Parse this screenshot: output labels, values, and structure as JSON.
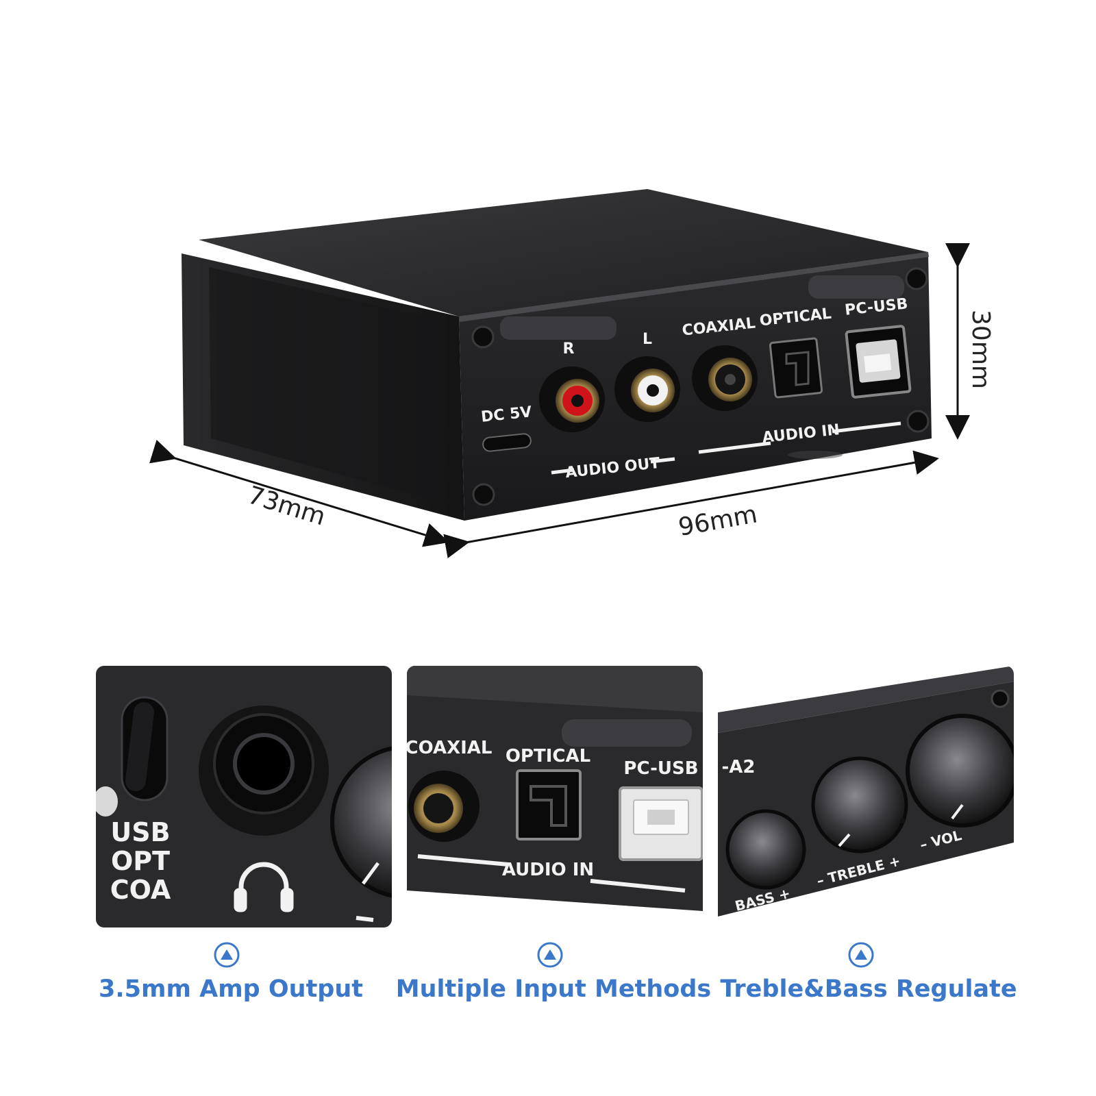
{
  "product": {
    "labels": {
      "r": "R",
      "l": "L",
      "dc": "DC 5V",
      "coaxial": "COAXIAL",
      "optical": "OPTICAL",
      "pcusb": "PC-USB",
      "audio_out": "AUDIO OUT",
      "audio_in": "AUDIO IN"
    },
    "dimensions": {
      "height": "30mm",
      "depth": "73mm",
      "width": "96mm"
    }
  },
  "panels": [
    {
      "labels": [
        "USB",
        "OPT",
        "COA"
      ],
      "caption": "3.5mm Amp Output"
    },
    {
      "labels": [
        "COAXIAL",
        "OPTICAL",
        "PC-USB",
        "AUDIO IN"
      ],
      "caption": "Multiple Input Methods"
    },
    {
      "labels": [
        "-A2",
        "BASS +",
        "– TREBLE +",
        "–  VOL"
      ],
      "caption": "Treble&Bass Regulate"
    }
  ],
  "colors": {
    "chassis": "#1c1c1e",
    "caption": "#3b78c9",
    "rca_red": "#d0121a",
    "rca_white": "#f2f2f2"
  },
  "icons": [
    "headphones-icon",
    "chevron-up-icon"
  ]
}
